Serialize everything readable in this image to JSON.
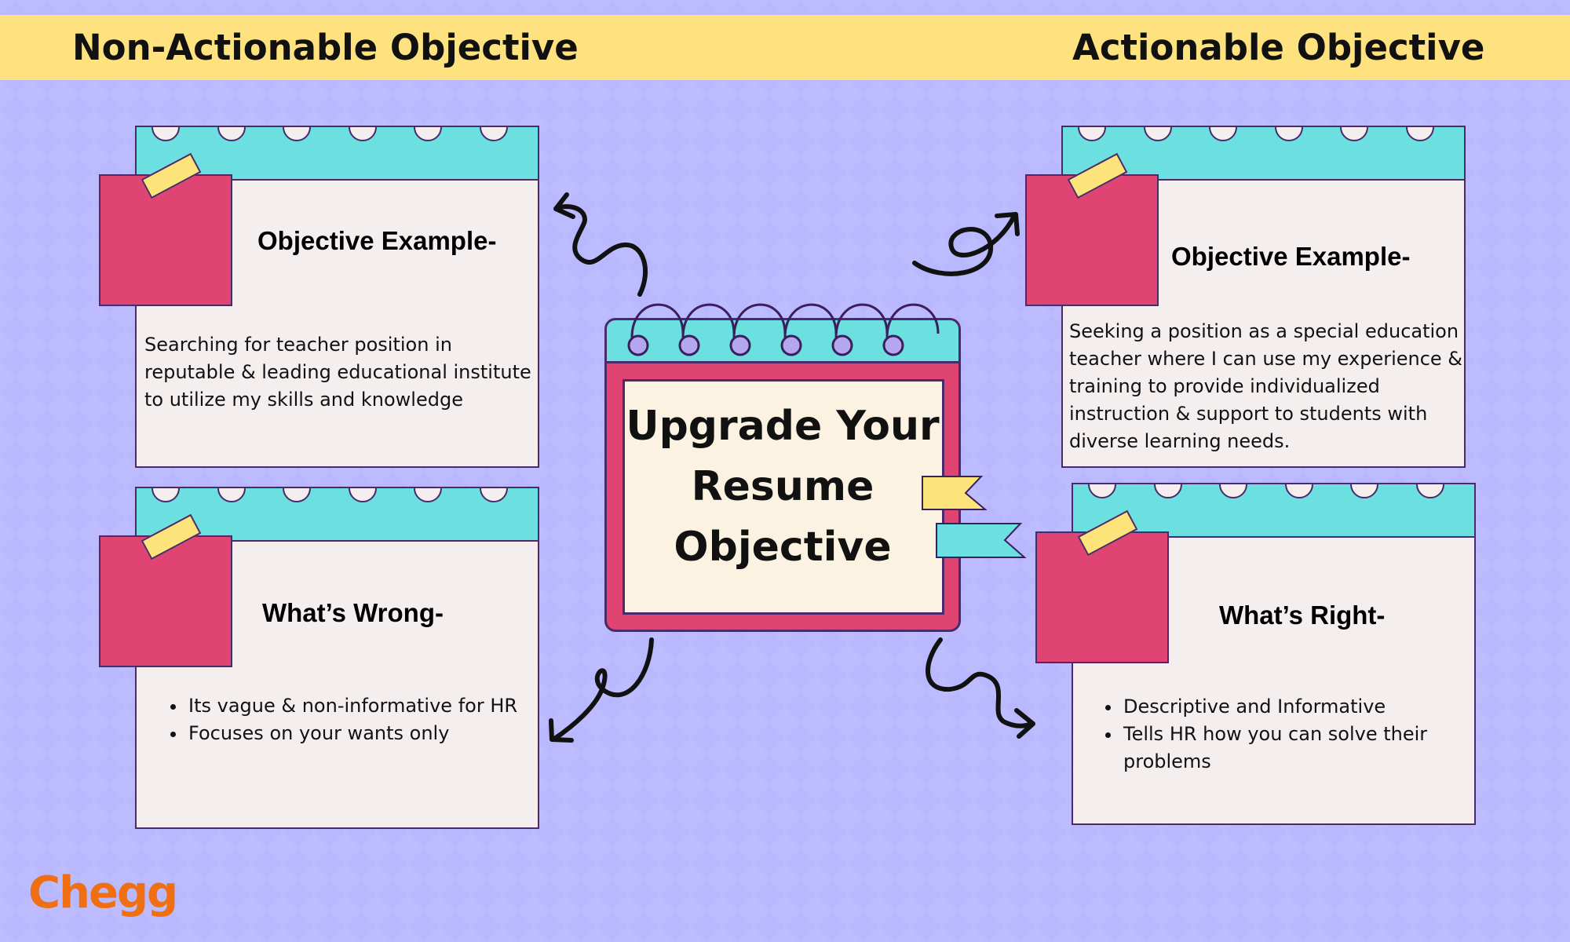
{
  "header": {
    "left_title": "Non-Actionable Objective",
    "right_title": "Actionable Objective"
  },
  "center": {
    "title_lines": [
      "Upgrade Your",
      "Resume",
      "Objective"
    ]
  },
  "cards": {
    "left_example": {
      "heading": "Objective Example-",
      "text_lines": [
        "Searching for teacher position in",
        "reputable & leading educational institute",
        "to utilize my skills and knowledge"
      ]
    },
    "left_wrong": {
      "heading": "What’s Wrong-",
      "bullets": [
        "Its vague & non-informative for HR",
        "Focuses on your wants only"
      ]
    },
    "right_example": {
      "heading": "Objective Example-",
      "text_lines": [
        "Seeking a position as a special education",
        "teacher where I can use my experience &",
        "training to provide individualized",
        "instruction & support to students with",
        "diverse learning needs."
      ]
    },
    "right_right": {
      "heading": "What’s Right-",
      "bullets": [
        "Descriptive and Informative",
        "Tells HR how you can solve their problems"
      ]
    }
  },
  "brand": {
    "logo_text": "Chegg"
  },
  "colors": {
    "background": "#b9b8fe",
    "banner": "#fee27f",
    "teal": "#6cdfe0",
    "pink": "#e04472",
    "paper": "#f4efee",
    "tape": "#fde47a",
    "brand": "#f06f12"
  }
}
